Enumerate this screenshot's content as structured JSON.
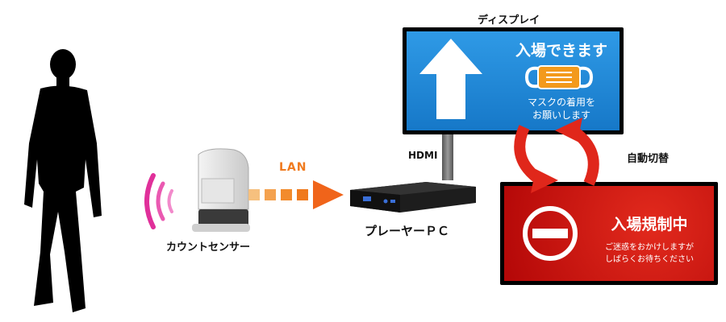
{
  "labels": {
    "display": "ディスプレイ",
    "hdmi": "HDMI",
    "auto_switch": "自動切替",
    "lan": "LAN",
    "sensor": "カウントセンサー",
    "player_pc": "プレーヤーＰＣ"
  },
  "screen_enter": {
    "title": "入場できます",
    "message_line1": "マスクの着用を",
    "message_line2": "お願いします"
  },
  "screen_block": {
    "title": "入場規制中",
    "message_line1": "ご迷惑をおかけしますが",
    "message_line2": "しばらくお待ちください"
  },
  "colors": {
    "screen_blue": "#1f86d6",
    "screen_red": "#d40d0d",
    "lan_arrow": "#f07a1e",
    "signal": "#e0309a",
    "mask": "#f39a1c"
  },
  "icons": [
    "person-silhouette-icon",
    "signal-waves-icon",
    "up-arrow-icon",
    "mask-icon",
    "no-entry-icon",
    "cycle-arrows-icon"
  ]
}
